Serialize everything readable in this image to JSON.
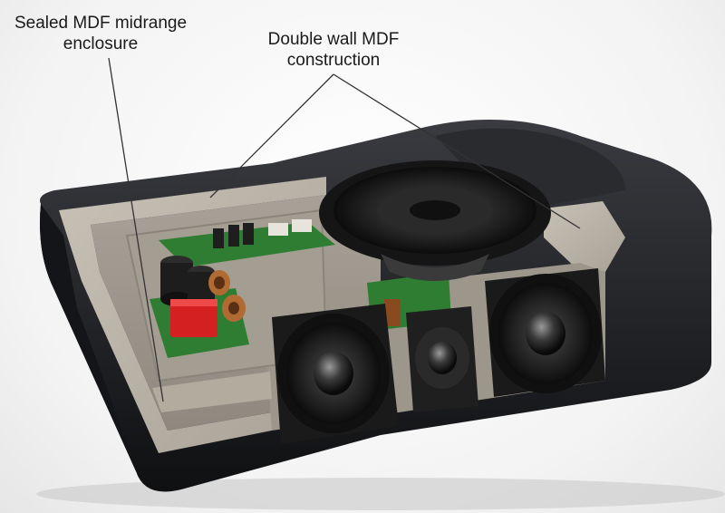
{
  "callouts": {
    "left": {
      "line1": "Sealed MDF midrange",
      "line2": "enclosure"
    },
    "right": {
      "line1": "Double wall MDF",
      "line2": "construction"
    }
  },
  "colors": {
    "cabinet": "#1c1d20",
    "mdf": "#b9b3a8",
    "pcb": "#2f7d32",
    "capacitor": "#d42020",
    "driver": "#1a1a1a"
  }
}
